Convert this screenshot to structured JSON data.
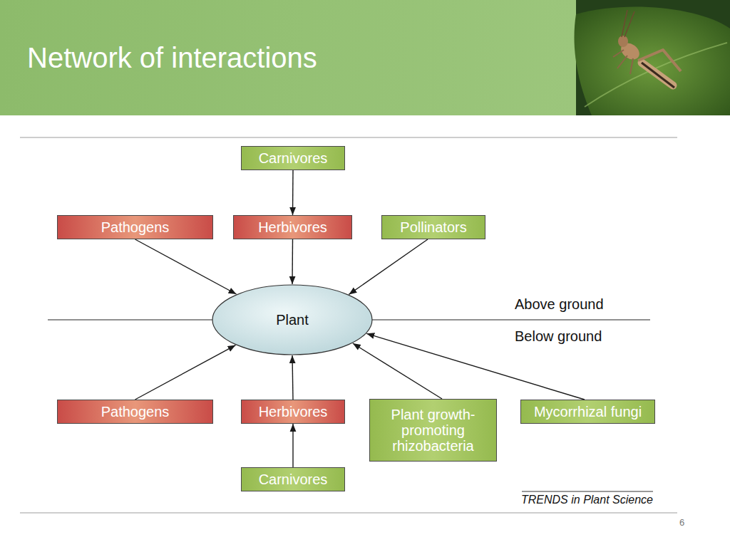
{
  "diagram": {
    "title": "Network of interactions",
    "nodes": [
      {
        "text": [
          "Carnivores"
        ]
      },
      {
        "text": [
          "Pathogens"
        ]
      },
      {
        "text": [
          "Herbivores"
        ]
      },
      {
        "text": [
          "Pollinators"
        ]
      },
      {
        "text": [
          "Plant"
        ]
      },
      {
        "text": [
          "Pathogens"
        ]
      },
      {
        "text": [
          "Herbivores"
        ]
      },
      {
        "text": [
          "Plant growth-promoting rhizobacteria"
        ]
      },
      {
        "text": [
          "Mycorrhizal fungi"
        ]
      },
      {
        "text": [
          "Carnivores"
        ]
      }
    ],
    "edges": [
      {
        "from": 0,
        "to": 2,
        "arrow": "to"
      },
      {
        "from": 1,
        "to": 4,
        "arrow": "to"
      },
      {
        "from": 2,
        "to": 4,
        "arrow": "to"
      },
      {
        "from": 3,
        "to": 4,
        "arrow": "to"
      },
      {
        "from": 5,
        "to": 4,
        "arrow": "to"
      },
      {
        "from": 6,
        "to": 4,
        "arrow": "to"
      },
      {
        "from": 7,
        "to": 4,
        "arrow": "to"
      },
      {
        "from": 8,
        "to": 4,
        "arrow": "to"
      },
      {
        "from": 9,
        "to": 6,
        "arrow": "to"
      }
    ],
    "labels": [
      "Above ground",
      "Below ground",
      "TRENDS in Plant Science",
      "6"
    ]
  }
}
